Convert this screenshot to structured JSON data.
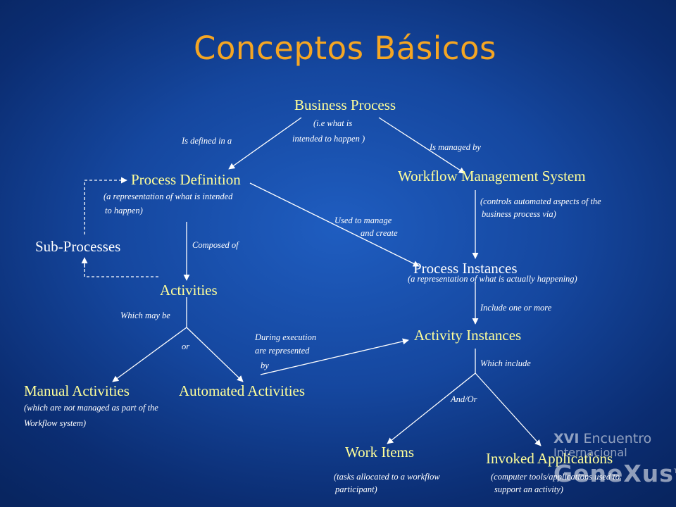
{
  "title": "Conceptos Básicos",
  "nodes": {
    "business_process": "Business Process",
    "process_definition": "Process Definition",
    "workflow_management_system": "Workflow Management System",
    "sub_processes": "Sub-Processes",
    "process_instances": "Process Instances",
    "activities": "Activities",
    "activity_instances": "Activity Instances",
    "manual_activities": "Manual Activities",
    "automated_activities": "Automated Activities",
    "work_items": "Work Items",
    "invoked_applications": "Invoked Applications"
  },
  "notes": {
    "business_process_1": "(i.e what is",
    "business_process_2": "intended  to happen )",
    "process_definition_1": "(a representation  of what is intended",
    "process_definition_2": "to happen)",
    "wms_1": "(controls automated aspects of the",
    "wms_2": "business process via)",
    "process_instances": "(a representation  of what is actually  happening)",
    "manual_activities_1": "(which are not managed as part of the",
    "manual_activities_2": "Workflow system)",
    "work_items_1": "(tasks allocated to a workflow",
    "work_items_2": "participant)",
    "invoked_applications_1": "(computer tools/applications  used to",
    "invoked_applications_2": "support an activity)"
  },
  "labels": {
    "is_defined_in_a": "Is defined  in a",
    "is_managed_by": "Is managed by",
    "used_to_manage_1": "Used to manage",
    "used_to_manage_2": "and create",
    "composed_of": "Composed of",
    "include_one_or_more": "Include one or more",
    "which_may_be": "Which may be",
    "or": "or",
    "during_execution_1": "During execution",
    "during_execution_2": "are represented",
    "during_execution_3": "by",
    "which_include": "Which include",
    "and_or": "And/Or"
  },
  "logo": {
    "line1_bold": "XVI",
    "line1_rest": "Encuentro",
    "line1_tail": "Internacional",
    "line2": "GeneXus",
    "tm": "TM"
  },
  "colors": {
    "title": "#f5a623",
    "node_text": "#ffff99",
    "note_text": "#ffffff",
    "edge": "#ffffff",
    "background": "#15479f"
  }
}
